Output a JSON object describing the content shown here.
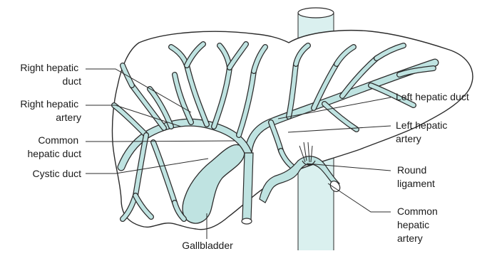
{
  "colors": {
    "duct_fill": "#bfe3e1",
    "outline": "#2b2b2b",
    "vessel_fill": "#daf0ef"
  },
  "labels": {
    "right_hepatic_duct": [
      "Right hepatic",
      "duct"
    ],
    "right_hepatic_artery": [
      "Right hepatic",
      "artery"
    ],
    "common_hepatic_duct": [
      "Common",
      "hepatic duct"
    ],
    "cystic_duct": [
      "Cystic duct"
    ],
    "gallbladder": [
      "Gallbladder"
    ],
    "left_hepatic_duct": [
      "Left hepatic duct"
    ],
    "left_hepatic_artery": [
      "Left hepatic",
      "artery"
    ],
    "round_ligament": [
      "Round",
      "ligament"
    ],
    "common_hepatic_artery": [
      "Common",
      "hepatic",
      "artery"
    ]
  }
}
